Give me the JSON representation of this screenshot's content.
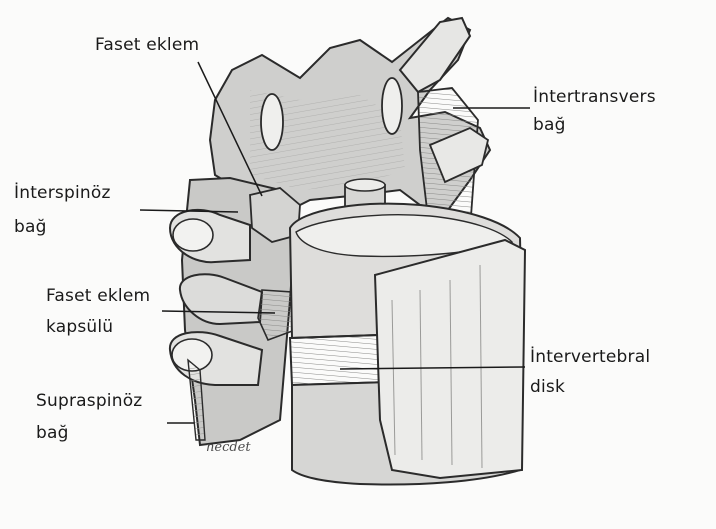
{
  "labels": {
    "faset_eklem": "Faset eklem",
    "intertransvers_line1": "İntertransvers",
    "intertransvers_line2": "bağ",
    "interspinoz_line1": "İnterspinöz",
    "interspinoz_line2": "bağ",
    "faset_kapsul_line1": "Faset eklem",
    "faset_kapsul_line2": "kapsülü",
    "intervertebral_line1": "İntervertebral",
    "intervertebral_line2": "disk",
    "supraspinoz_line1": "Supraspinöz",
    "supraspinoz_line2": "bağ"
  },
  "signature": "necdet",
  "colors": {
    "paper": "#fbfbfa",
    "pencil_dark": "#2b2b2b",
    "pencil_mid": "#6e6e6e",
    "shade_light": "#d8d8d6",
    "shade_mid": "#b5b5b3",
    "shade_dark": "#8c8c8a"
  }
}
